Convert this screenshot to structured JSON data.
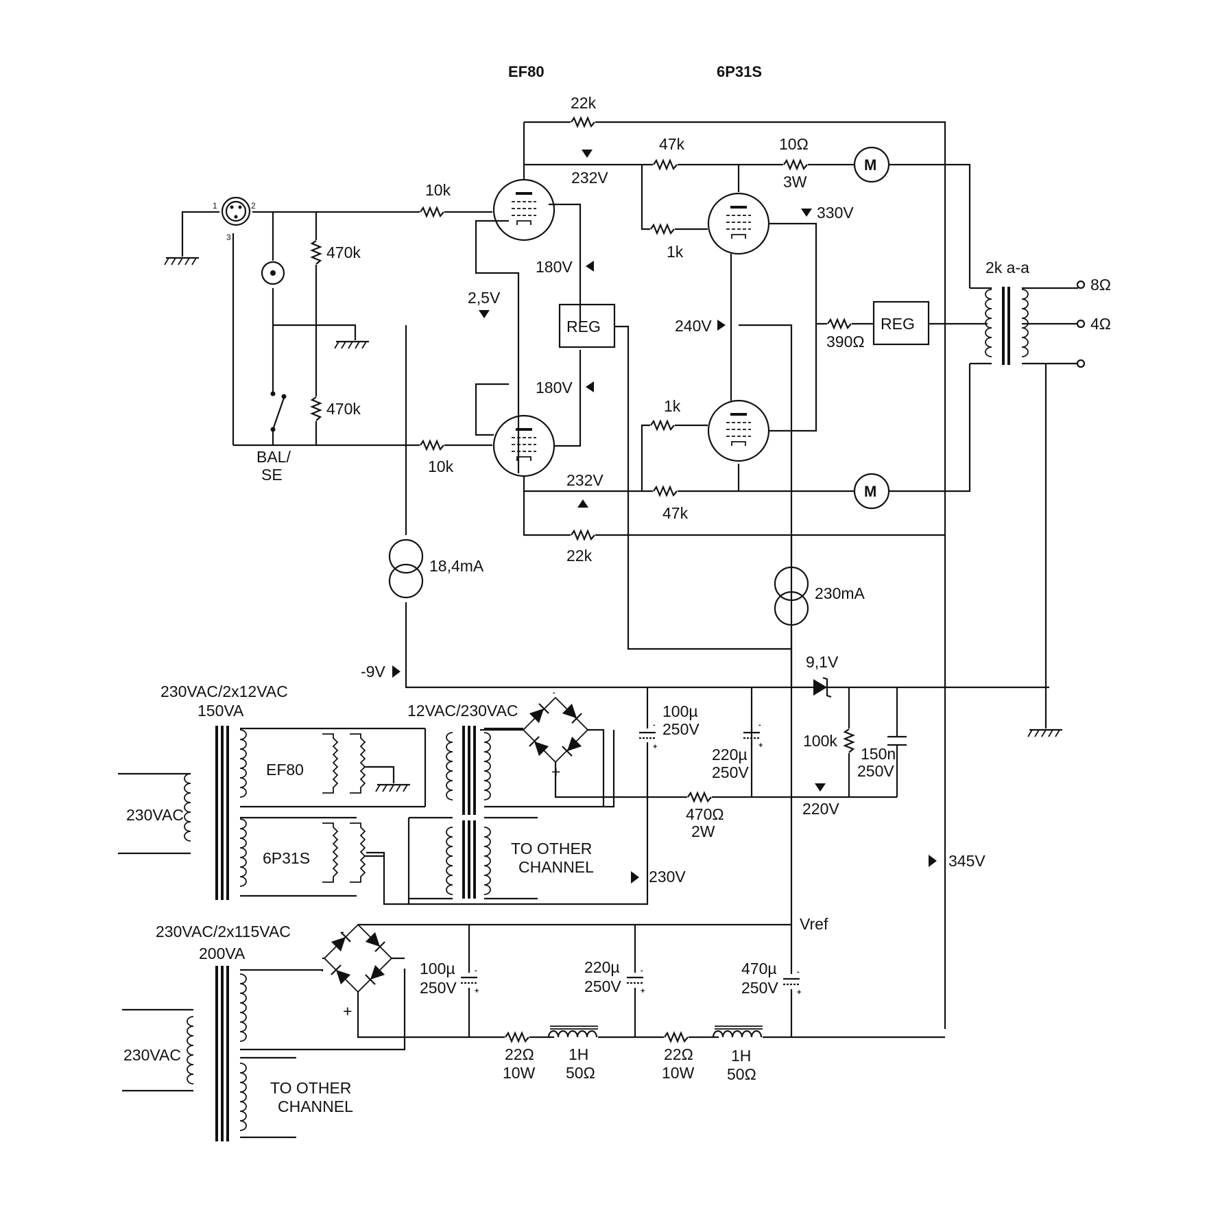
{
  "tubes": {
    "ef80": "EF80",
    "p6p31s": "6P31S"
  },
  "resistors": {
    "r22k_top": "22k",
    "r22k_bot": "22k",
    "r47k_top": "47k",
    "r47k_bot": "47k",
    "r10ohm": "10Ω",
    "r10ohm_w": "3W",
    "r10k_top": "10k",
    "r10k_bot": "10k",
    "r1k_top": "1k",
    "r1k_bot": "1k",
    "r470k_top": "470k",
    "r470k_bot": "470k",
    "r390": "390Ω",
    "r100k": "100k",
    "r470ohm": "470Ω",
    "r470ohm_w": "2W",
    "r22ohm_1": "22Ω",
    "r22ohm_1_w": "10W",
    "r22ohm_2": "22Ω",
    "r22ohm_2_w": "10W"
  },
  "voltages": {
    "v232_top": "232V",
    "v232_bot": "232V",
    "v330": "330V",
    "v180_top": "180V",
    "v180_bot": "180V",
    "v2_5": "2,5V",
    "v240": "240V",
    "v_neg9": "-9V",
    "v9_1": "9,1V",
    "v220": "220V",
    "v230": "230V",
    "v345": "345V",
    "vref": "Vref"
  },
  "blocks": {
    "reg1": "REG",
    "reg2": "REG",
    "meter": "M"
  },
  "currents": {
    "c18": "18,4mA",
    "c230": "230mA"
  },
  "output_tx": {
    "name": "2k a-a",
    "tap8": "8Ω",
    "tap4": "4Ω"
  },
  "switch": {
    "line1": "BAL/",
    "line2": "SE"
  },
  "xlr_pins": {
    "p1": "1",
    "p2": "2",
    "p3": "3"
  },
  "transformers": {
    "t1_name": "230VAC/2x12VAC",
    "t1_va": "150VA",
    "t1_primary": "230VAC",
    "t1_sec1": "EF80",
    "t1_sec2": "6P31S",
    "t2_name": "12VAC/230VAC",
    "t2_other1": "TO OTHER",
    "t2_other2": "CHANNEL",
    "t3_name": "230VAC/2x115VAC",
    "t3_va": "200VA",
    "t3_primary": "230VAC",
    "t3_other1": "TO OTHER",
    "t3_other2": "CHANNEL"
  },
  "capacitors": {
    "c100_1": "100µ",
    "c100_1_v": "250V",
    "c220_1": "220µ",
    "c220_1_v": "250V",
    "c150n": "150n",
    "c150n_v": "250V",
    "c100_2": "100µ",
    "c100_2_v": "250V",
    "c220_2": "220µ",
    "c220_2_v": "250V",
    "c470": "470µ",
    "c470_v": "250V"
  },
  "chokes": {
    "l1": "1H",
    "l1_r": "50Ω",
    "l2": "1H",
    "l2_r": "50Ω"
  },
  "polarity": {
    "plus": "+",
    "minus": "-"
  }
}
